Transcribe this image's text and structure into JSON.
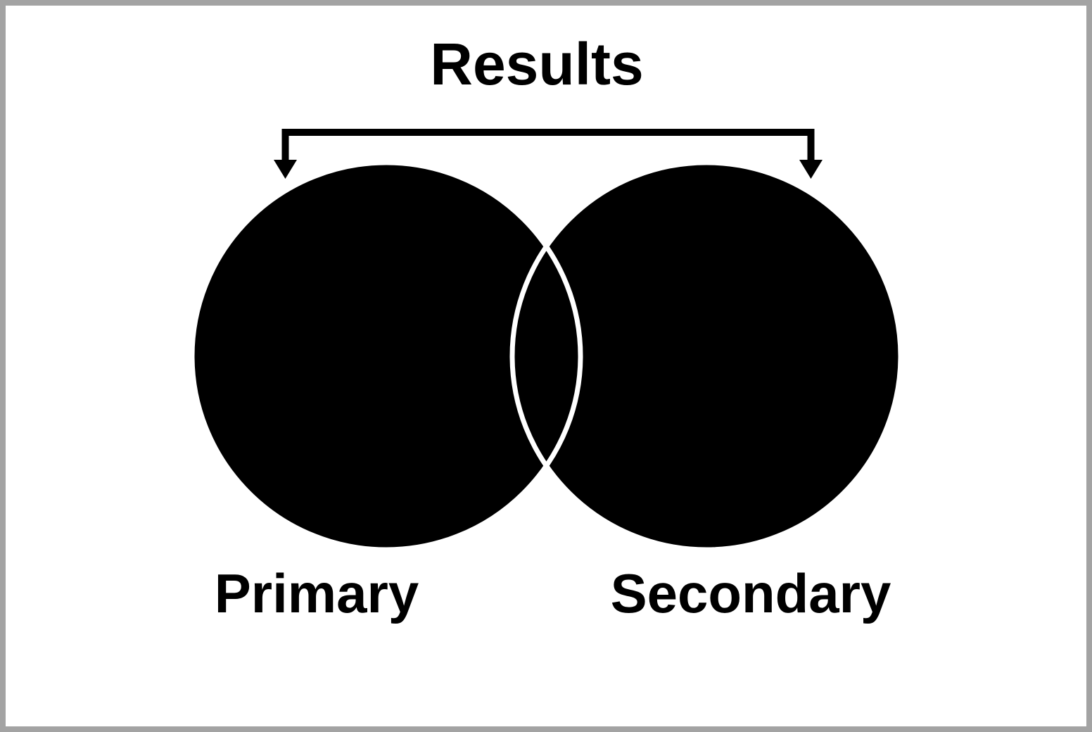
{
  "title": "Results",
  "sets": [
    {
      "label": "Primary"
    },
    {
      "label": "Secondary"
    }
  ],
  "colors": {
    "fill": "#000000",
    "outline": "#ffffff",
    "border": "#a3a3a3",
    "background": "#ffffff"
  }
}
